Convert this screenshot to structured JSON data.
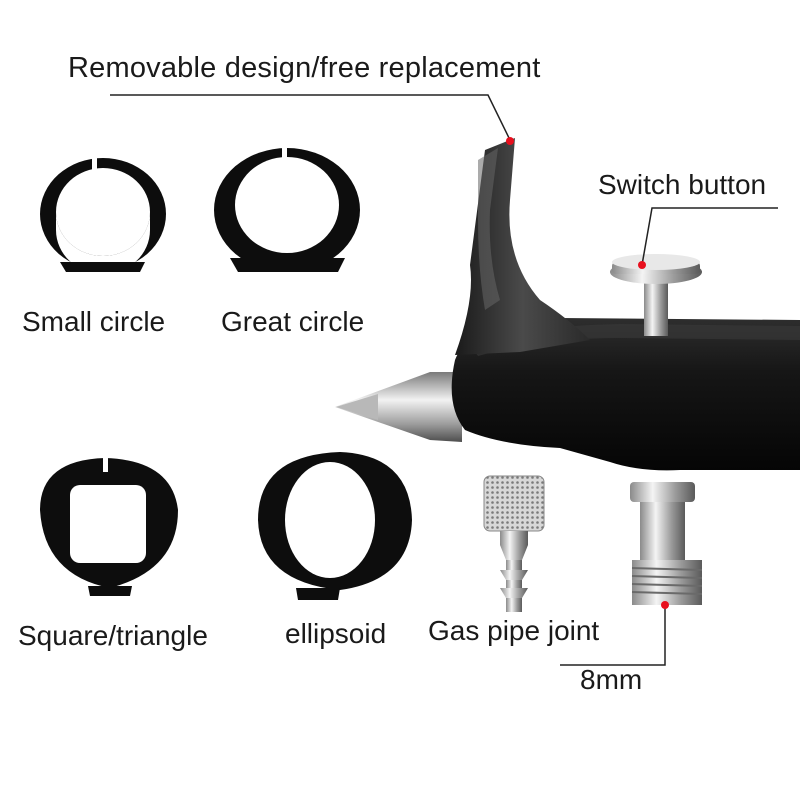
{
  "callouts": {
    "removable": "Removable design/free replacement",
    "switch_button": "Switch button",
    "gas_pipe_joint": "Gas pipe joint",
    "size_8mm": "8mm"
  },
  "shields": {
    "small_circle": "Small circle",
    "great_circle": "Great circle",
    "square_triangle": "Square/triangle",
    "ellipsoid": "ellipsoid"
  },
  "colors": {
    "marker_dot": "#e8101e",
    "leader_line": "#222222",
    "shield_body": "#0d0d0d",
    "airbrush_body": "#111111"
  }
}
